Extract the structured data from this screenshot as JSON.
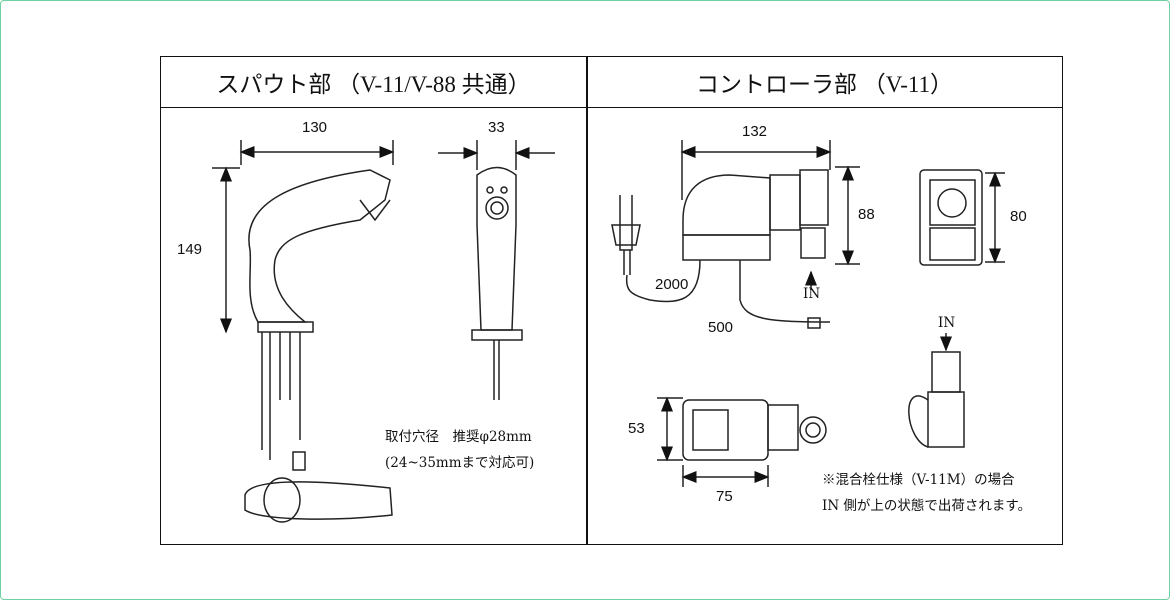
{
  "headers": {
    "spout": "スパウト部 （V-11/V-88 共通）",
    "controller": "コントローラ部 （V-11）"
  },
  "spout": {
    "width_label": "130",
    "side_width_label": "33",
    "height_label": "149",
    "note_line1": "取付穴径　推奨φ28mm",
    "note_line2": "(24~35mmまで対応可)"
  },
  "controller": {
    "width_label": "132",
    "height_label": "88",
    "side_height_label": "80",
    "cord_label": "2000",
    "wire_label": "500",
    "in_label": "IN",
    "in_label_2": "IN",
    "bottom_height_label": "53",
    "bottom_width_label": "75",
    "note_line1": "※混合栓仕様（V-11M）の場合",
    "note_line2": "IN 側が上の状態で出荷されます。"
  }
}
